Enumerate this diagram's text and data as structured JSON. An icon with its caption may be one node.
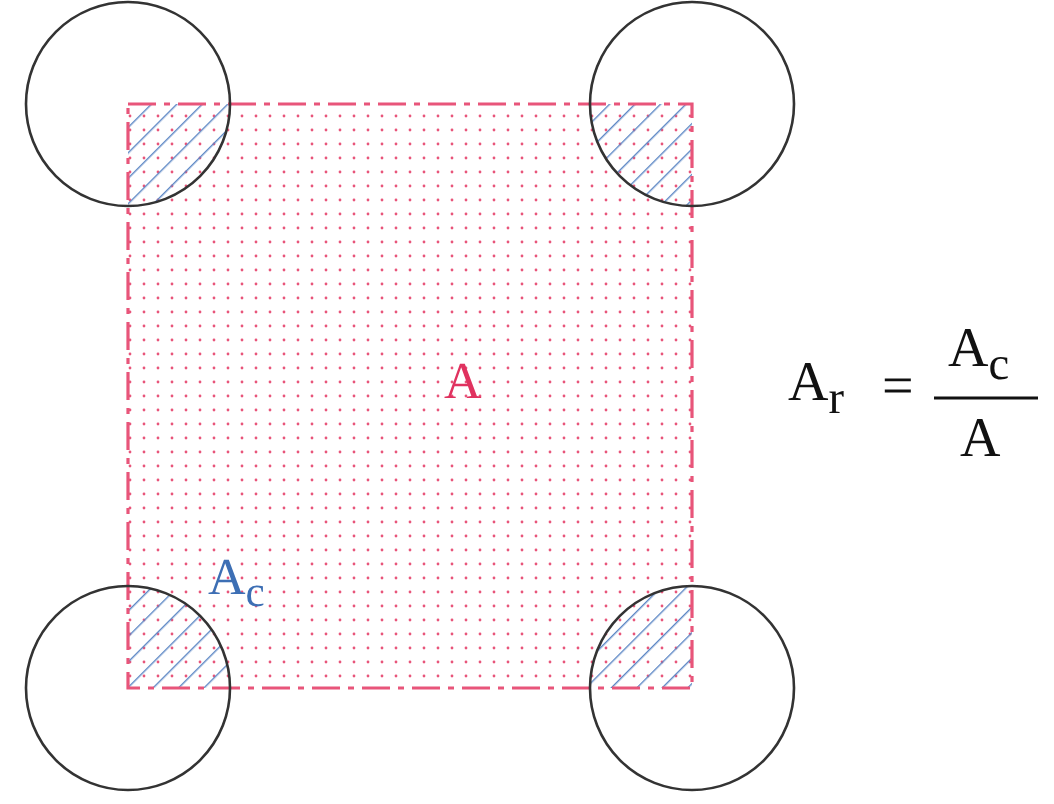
{
  "diagram": {
    "labels": [
      "A",
      "A$_{c}$",
      "A$_{r}$",
      "=",
      "A$_{c}$",
      "A"
    ]
  }
}
